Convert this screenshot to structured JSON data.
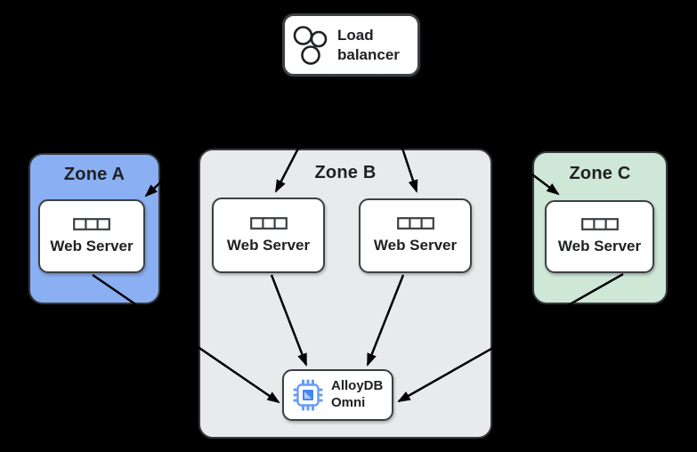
{
  "nodes": {
    "load_balancer": {
      "label": "Load balancer",
      "icon": "load-balancer-icon"
    },
    "database": {
      "label": "AlloyDB Omni",
      "icon": "alloydb-chip-icon"
    }
  },
  "zones": [
    {
      "id": "zone-a",
      "label": "Zone A",
      "fill": "#8AAFF2",
      "servers": [
        {
          "label": "Web Server",
          "icon": "server-rack-icon"
        }
      ]
    },
    {
      "id": "zone-b",
      "label": "Zone B",
      "fill": "#E9EAEC",
      "servers": [
        {
          "label": "Web Server",
          "icon": "server-rack-icon"
        },
        {
          "label": "Web Server",
          "icon": "server-rack-icon"
        }
      ]
    },
    {
      "id": "zone-c",
      "label": "Zone C",
      "fill": "#CEE7D6",
      "servers": [
        {
          "label": "Web Server",
          "icon": "server-rack-icon"
        }
      ]
    }
  ],
  "edges": [
    {
      "from": "load-balancer",
      "to": "zone-a-web-server"
    },
    {
      "from": "load-balancer",
      "to": "zone-b-web-server-1"
    },
    {
      "from": "load-balancer",
      "to": "zone-b-web-server-2"
    },
    {
      "from": "load-balancer",
      "to": "zone-c-web-server"
    },
    {
      "from": "zone-a-web-server",
      "to": "alloydb-omni"
    },
    {
      "from": "zone-b-web-server-1",
      "to": "alloydb-omni"
    },
    {
      "from": "zone-b-web-server-2",
      "to": "alloydb-omni"
    },
    {
      "from": "zone-c-web-server",
      "to": "alloydb-omni"
    }
  ],
  "colors": {
    "background": "#000000",
    "zone_a_fill": "#8AAFF2",
    "zone_b_fill": "#E9EAEC",
    "zone_c_fill": "#CEE7D6",
    "box_fill": "#FFFFFF",
    "border": "#3C4043",
    "arrow": "#000000",
    "text": "#202124",
    "chip_blue": "#4285F4",
    "chip_light_blue": "#669DF6"
  }
}
